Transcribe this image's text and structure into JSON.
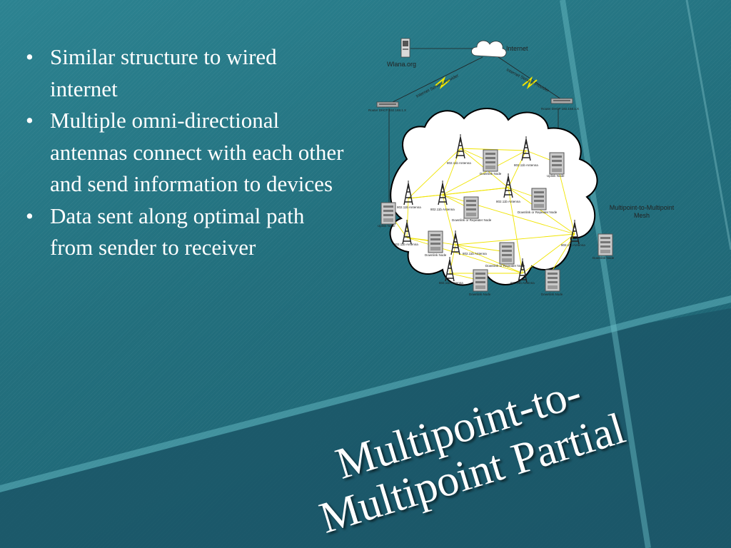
{
  "slide": {
    "bullets": [
      "Similar structure to wired internet",
      "Multiple omni-directional antennas connect with each other and send information to devices",
      "Data sent along optimal path from sender to receiver"
    ],
    "title_line1": "Multipoint-to-",
    "title_line2": "Multipoint Partial"
  },
  "diagram": {
    "internet_label": "Internet",
    "server_label": "Wlana.org",
    "isp_left": "Internet Service Provider",
    "isp_right": "Internet Service Provider",
    "router_left": "Router DHCP 192.168.1.X",
    "router_right": "Router DHCP 192.168.1.X",
    "mesh_label_1": "Multipoint-to-Multipoint",
    "mesh_label_2": "Mesh",
    "antenna_label": "802.11b Antenna",
    "downlink_label": "Downlink Node",
    "uplink_label": "Uplink Node",
    "repeater_label": "Downlink or Repeater Node"
  },
  "colors": {
    "background": "#226f7d",
    "dark_band": "#1c5568",
    "text": "#ffffff",
    "cloud_links": "#f2e600"
  }
}
